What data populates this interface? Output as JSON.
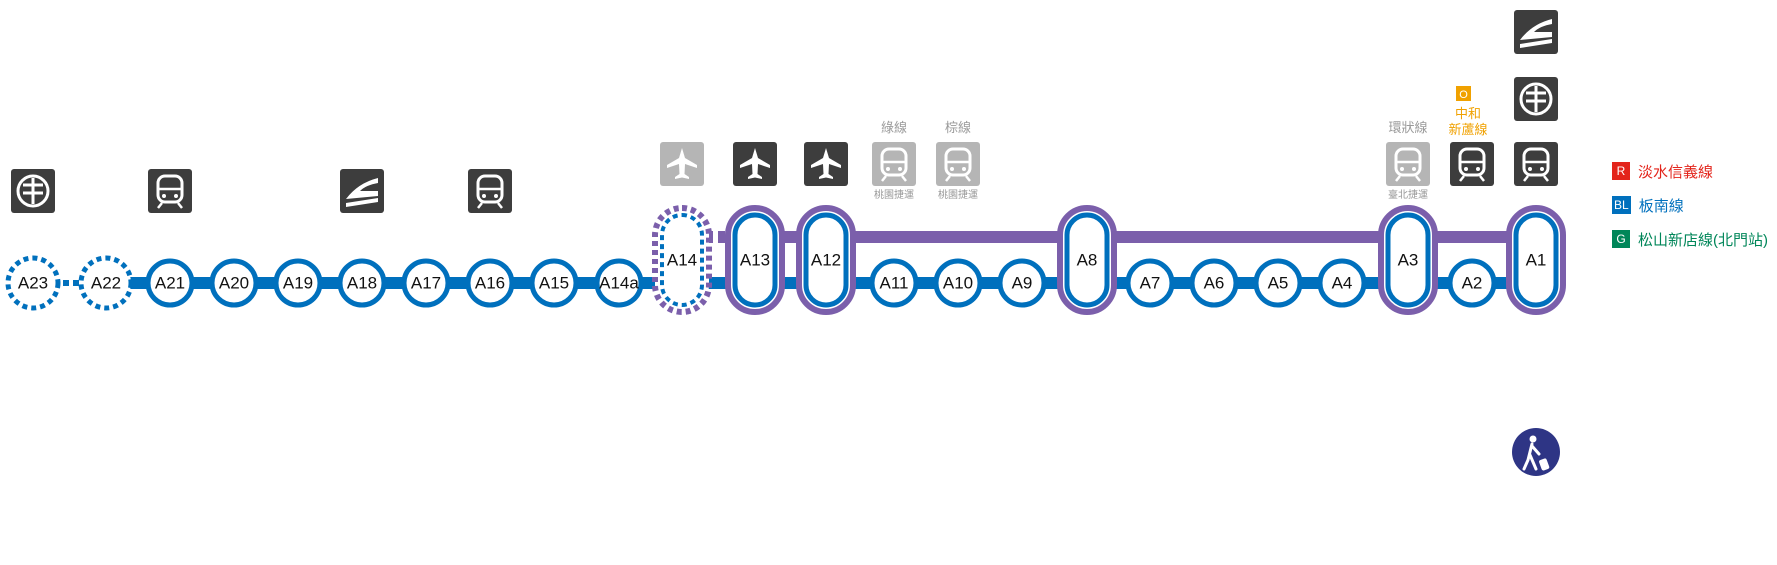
{
  "colors": {
    "blue": "#0070bd",
    "purple": "#7b5fab",
    "icon_dark": "#3d3d3d",
    "icon_light": "#b5b5b5",
    "orange": "#f0a100",
    "red": "#e3241b",
    "green": "#008659",
    "navy": "#2e3585"
  },
  "stations": [
    {
      "code": "A23",
      "style": "planned"
    },
    {
      "code": "A22",
      "style": "planned"
    },
    {
      "code": "A21",
      "style": "normal"
    },
    {
      "code": "A20",
      "style": "normal"
    },
    {
      "code": "A19",
      "style": "normal"
    },
    {
      "code": "A18",
      "style": "normal"
    },
    {
      "code": "A17",
      "style": "normal"
    },
    {
      "code": "A16",
      "style": "normal"
    },
    {
      "code": "A15",
      "style": "normal"
    },
    {
      "code": "A14a",
      "style": "normal"
    },
    {
      "code": "A14",
      "style": "express-planned"
    },
    {
      "code": "A13",
      "style": "express"
    },
    {
      "code": "A12",
      "style": "express"
    },
    {
      "code": "A11",
      "style": "normal"
    },
    {
      "code": "A10",
      "style": "normal"
    },
    {
      "code": "A9",
      "style": "normal"
    },
    {
      "code": "A8",
      "style": "express"
    },
    {
      "code": "A7",
      "style": "normal"
    },
    {
      "code": "A6",
      "style": "normal"
    },
    {
      "code": "A5",
      "style": "normal"
    },
    {
      "code": "A4",
      "style": "normal"
    },
    {
      "code": "A3",
      "style": "express"
    },
    {
      "code": "A2",
      "style": "normal"
    },
    {
      "code": "A1",
      "style": "express"
    }
  ],
  "transfers": [
    {
      "station": "A23",
      "icons": [
        {
          "type": "tra-icon",
          "shade": "dark"
        }
      ]
    },
    {
      "station": "A21",
      "icons": [
        {
          "type": "metro-icon",
          "shade": "dark"
        }
      ]
    },
    {
      "station": "A18",
      "icons": [
        {
          "type": "hsr-icon",
          "shade": "dark"
        }
      ]
    },
    {
      "station": "A16",
      "icons": [
        {
          "type": "metro-icon",
          "shade": "dark"
        }
      ]
    },
    {
      "station": "A14",
      "icons": [
        {
          "type": "airport-icon",
          "shade": "light"
        }
      ]
    },
    {
      "station": "A13",
      "icons": [
        {
          "type": "airport-icon",
          "shade": "dark"
        }
      ]
    },
    {
      "station": "A12",
      "icons": [
        {
          "type": "airport-icon",
          "shade": "dark"
        }
      ]
    },
    {
      "station": "A11",
      "icons": [
        {
          "type": "metro-icon",
          "shade": "light"
        }
      ],
      "line_name": "綠線",
      "caption": "桃園捷運"
    },
    {
      "station": "A10",
      "icons": [
        {
          "type": "metro-icon",
          "shade": "light"
        }
      ],
      "line_name": "棕線",
      "caption": "桃園捷運"
    },
    {
      "station": "A3",
      "icons": [
        {
          "type": "metro-icon",
          "shade": "light"
        }
      ],
      "line_name": "環狀線",
      "caption": "臺北捷運"
    },
    {
      "station": "A2",
      "icons": [
        {
          "type": "metro-icon",
          "shade": "dark"
        }
      ],
      "badge": "O",
      "line_name_lines": [
        "中和",
        "新蘆線"
      ]
    },
    {
      "station": "A1",
      "icons": [
        {
          "type": "hsr-icon",
          "shade": "dark"
        },
        {
          "type": "tra-icon",
          "shade": "dark"
        },
        {
          "type": "metro-icon",
          "shade": "dark"
        }
      ],
      "below_icon": "luggage-walker-icon"
    }
  ],
  "legend": [
    {
      "badge": "R",
      "label": "淡水信義線",
      "color": "#e3241b"
    },
    {
      "badge": "BL",
      "label": "板南線",
      "color": "#0070bd"
    },
    {
      "badge": "G",
      "label": "松山新店線(北門站)",
      "color": "#008659"
    }
  ]
}
